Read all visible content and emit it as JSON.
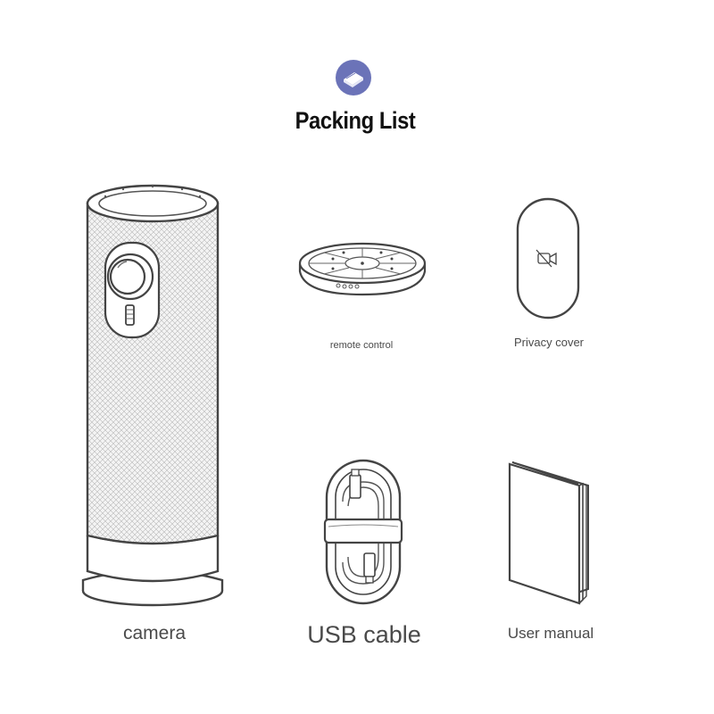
{
  "header": {
    "icon": "package-box-icon",
    "title": "Packing List",
    "accent_color": "#6b73b8"
  },
  "items": [
    {
      "label": "camera",
      "icon": "camera-device-icon"
    },
    {
      "label": "remote control",
      "icon": "remote-control-icon"
    },
    {
      "label": "Privacy cover",
      "icon": "privacy-cover-icon"
    },
    {
      "label": "USB cable",
      "icon": "usb-cable-icon"
    },
    {
      "label": "User manual",
      "icon": "user-manual-icon"
    }
  ]
}
